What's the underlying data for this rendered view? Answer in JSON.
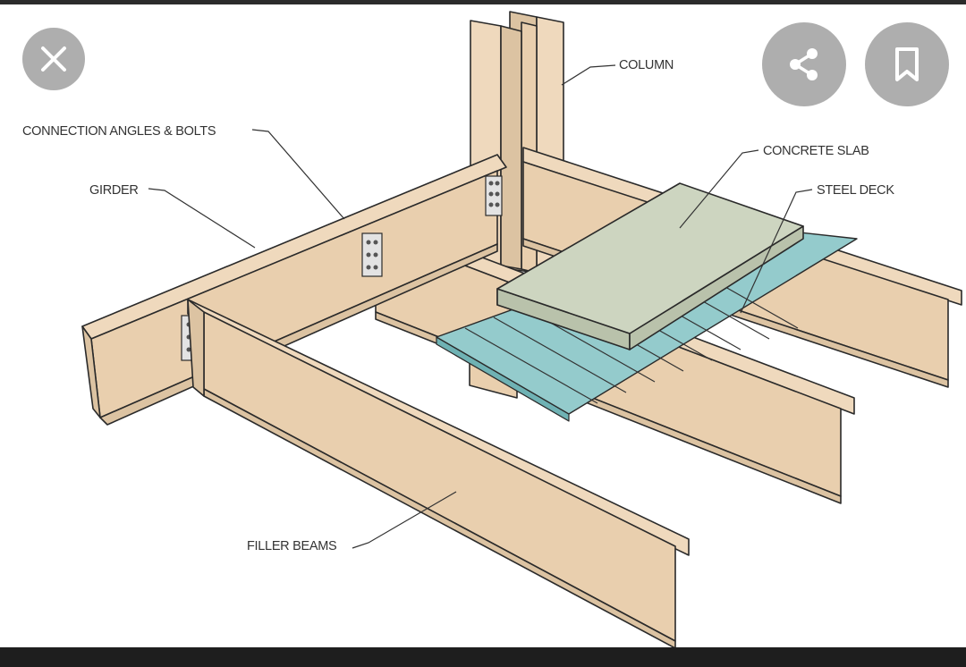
{
  "labels": {
    "column": "COLUMN",
    "connection": "CONNECTION ANGLES & BOLTS",
    "girder": "GIRDER",
    "concrete_slab": "CONCRETE SLAB",
    "steel_deck": "STEEL DECK",
    "filler_beams": "FILLER BEAMS"
  },
  "buttons": {
    "close_icon": "close-icon",
    "share_icon": "share-icon",
    "bookmark_icon": "bookmark-icon"
  },
  "colors": {
    "steel": "#efd9bd",
    "steel_dark": "#d9bf9d",
    "steel_outline": "#2a2a2a",
    "concrete": "#cdd5c0",
    "deck": "#8fc7c8",
    "button_bg": "#a0a0a0"
  }
}
